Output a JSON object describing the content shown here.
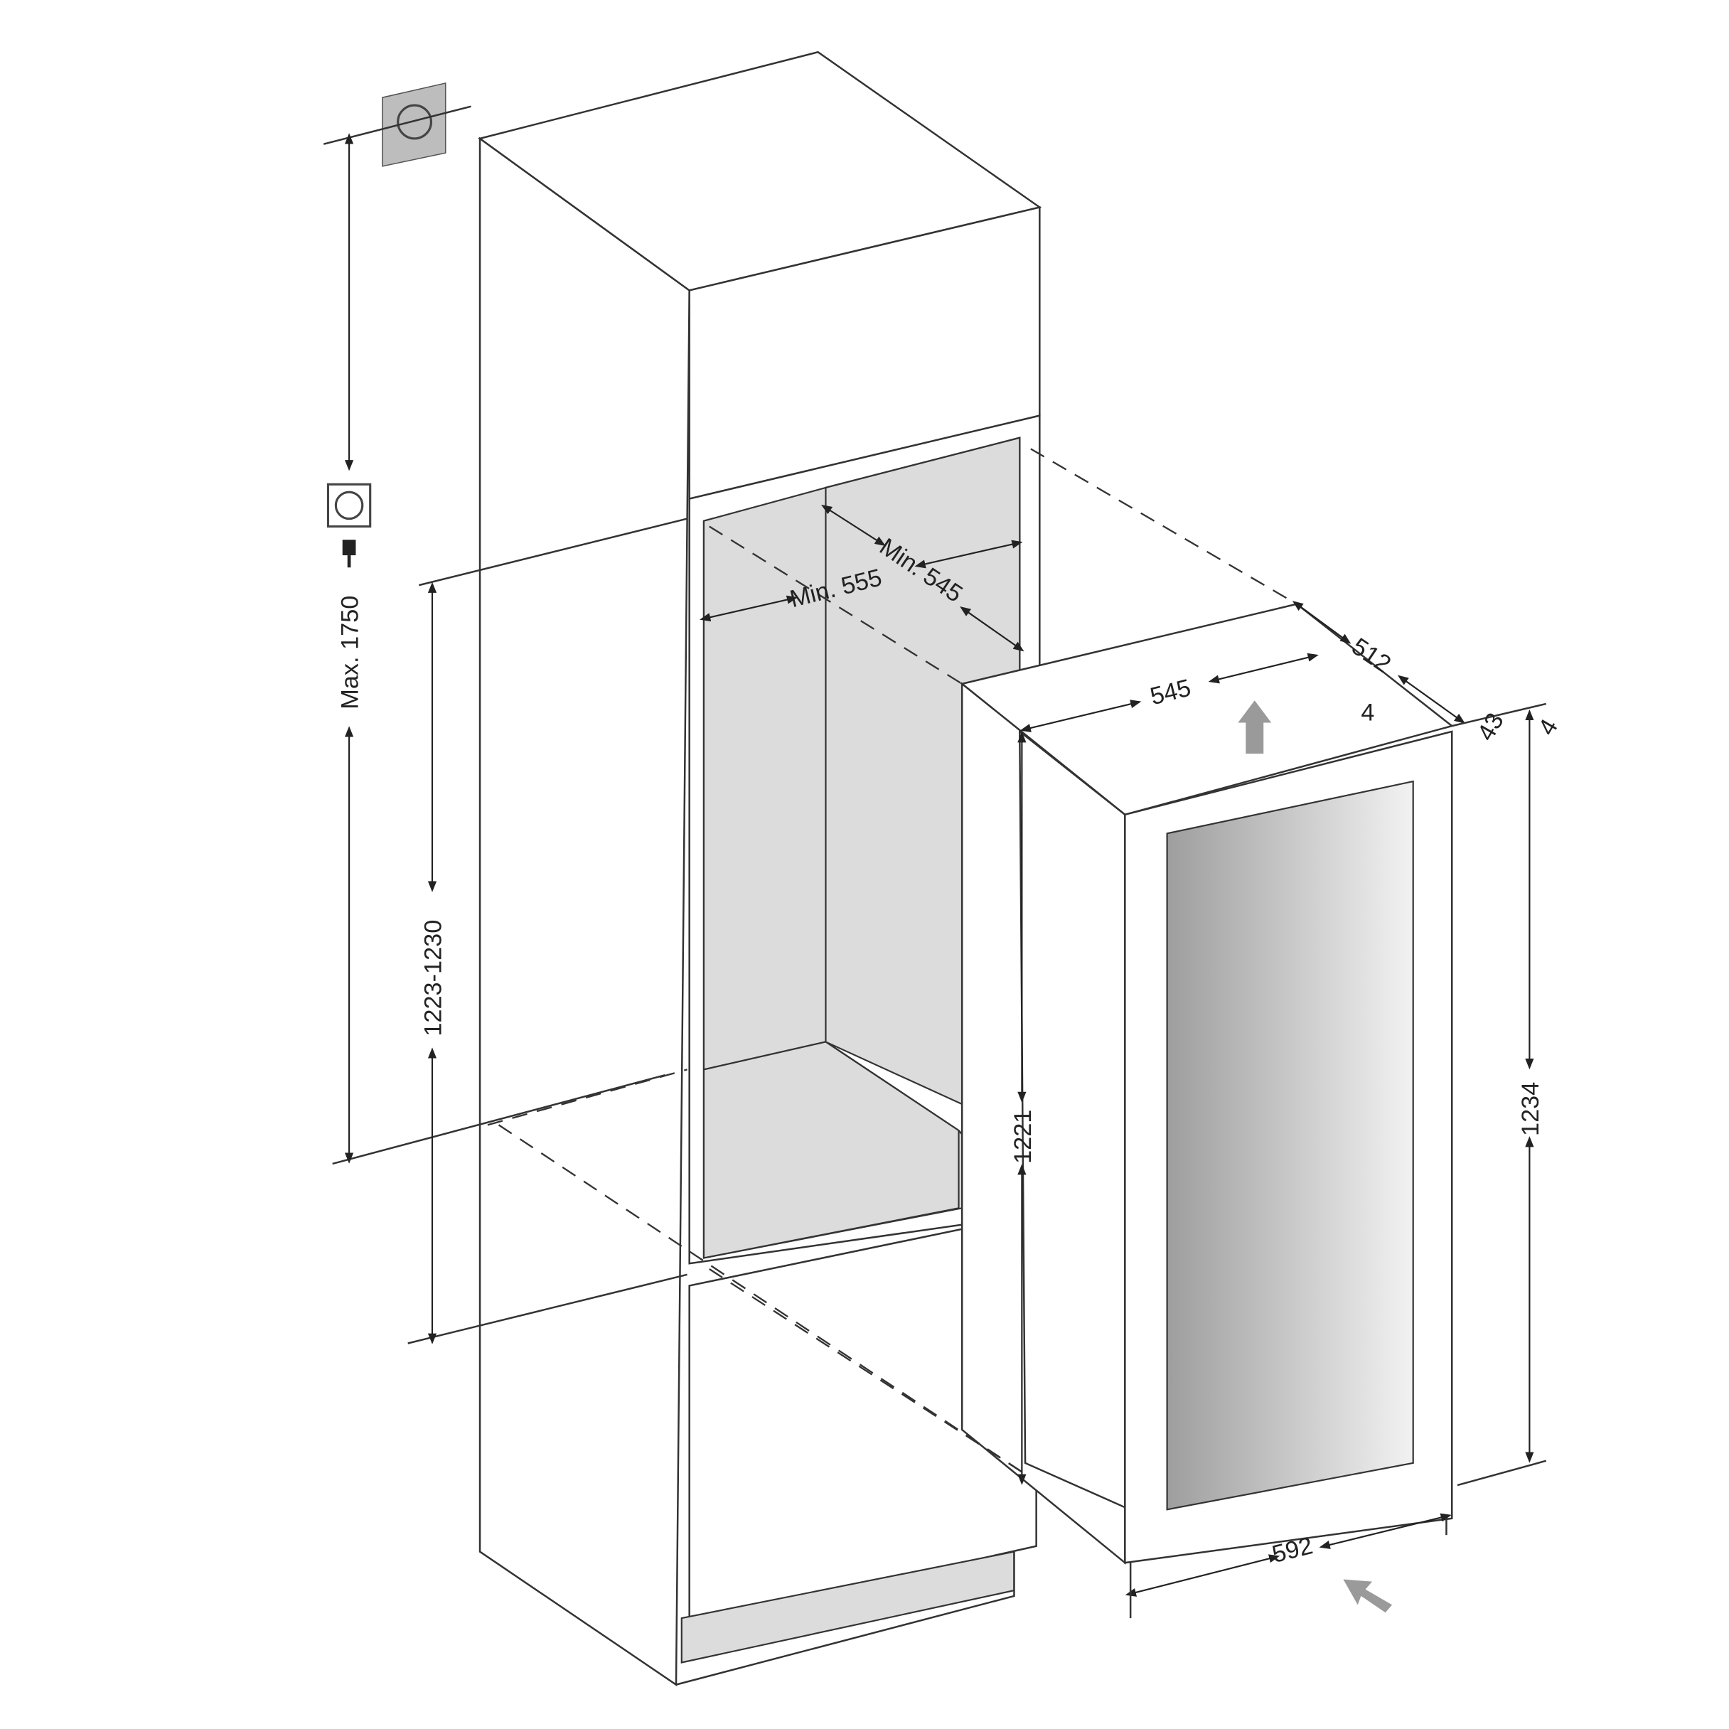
{
  "dimensions": {
    "max_socket_height": "Max. 1750",
    "niche_height": "1223-1230",
    "niche_width": "Min. 555",
    "niche_depth": "Min. 545",
    "appliance_width_top": "545",
    "appliance_depth": "512",
    "door_gap_left": "4",
    "door_thickness": "43",
    "door_gap_right": "4",
    "appliance_body_height": "1221",
    "appliance_total_height": "1234",
    "door_width": "592"
  },
  "icons": [
    "power-socket-icon",
    "plug-icon",
    "airflow-arrow-icon"
  ],
  "colors": {
    "line": "#333333",
    "niche_fill": "#dcdcdc",
    "socket_fill": "#bdbdbd",
    "arrow_fill": "#9a9a9a"
  }
}
